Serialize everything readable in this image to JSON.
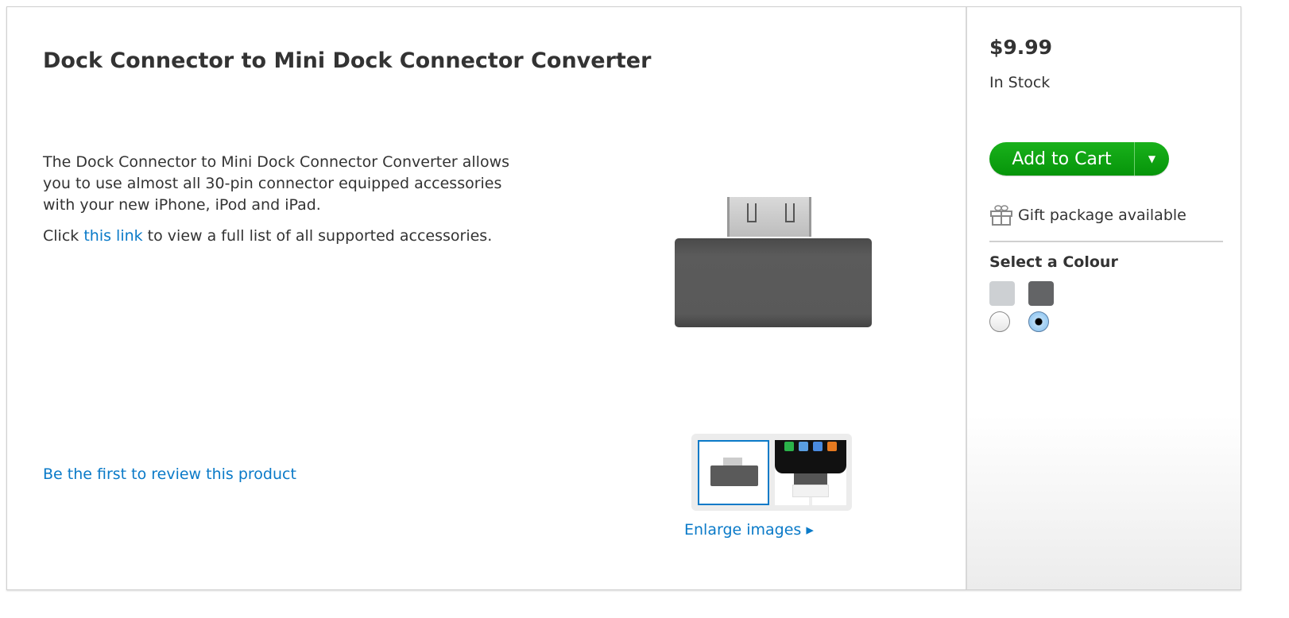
{
  "product": {
    "title": "Dock Connector to Mini Dock Connector Converter",
    "description": "The Dock Connector to Mini Dock Connector Converter allows you to use almost all 30-pin connector equipped accessories with your new iPhone, iPod and iPad.",
    "link_prefix": "Click ",
    "link_text": "this link",
    "link_suffix": " to view a full list of all supported accessories.",
    "review_link": "Be the first to review this product",
    "enlarge": "Enlarge images ▸"
  },
  "purchase": {
    "price": "$9.99",
    "stock": "In Stock",
    "add_to_cart": "Add to Cart",
    "dropdown": "▼",
    "gift": "Gift package available",
    "select_colour": "Select a Colour",
    "colours": [
      {
        "name": "white",
        "swatch": "#cdd0d3",
        "selected": false
      },
      {
        "name": "black",
        "swatch": "#636466",
        "selected": true
      }
    ]
  },
  "colors": {
    "accent": "#0a7ac8",
    "cart": "#0a9d0e"
  }
}
